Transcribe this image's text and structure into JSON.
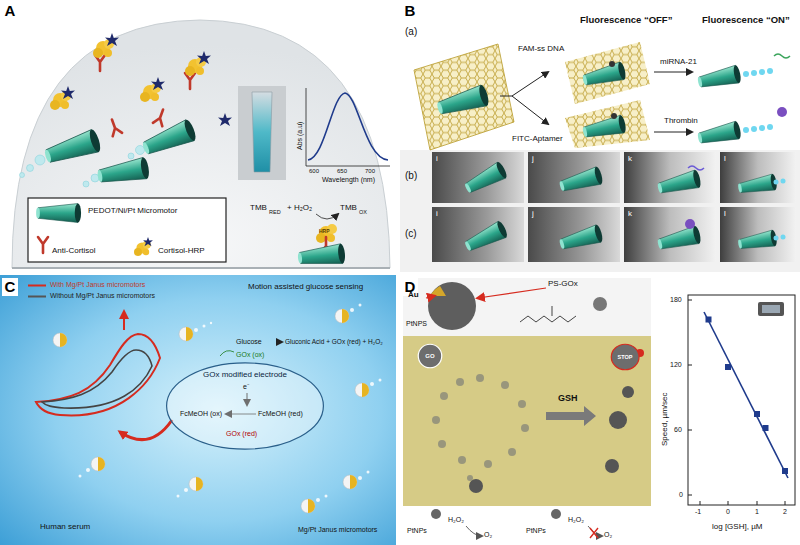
{
  "diagram": {
    "nodes": [
      {
        "text": [
          "A"
        ]
      },
      {
        "text": [
          "B"
        ]
      },
      {
        "text": [
          "C"
        ]
      },
      {
        "text": [
          "GOx modified electrode"
        ]
      },
      {
        "text": [
          "D"
        ]
      },
      {
        "text": [
          "GO"
        ]
      },
      {
        "text": [
          "STOP"
        ]
      }
    ],
    "labels": [
      "Abs (a.u)",
      "Wavelength (nm)",
      "600",
      "650",
      "700",
      "TMB",
      "RED",
      "+ H₂O₂",
      "TMB",
      "OX",
      "HRP",
      "Fluorescence “OFF”",
      "Fluorescence “ON”",
      "(a)",
      "FAM-ss DNA",
      "FITC-Aptamer",
      "miRNA-21",
      "Thrombin",
      "(b)",
      "(c)",
      "i",
      "j",
      "k",
      "l",
      "i",
      "j",
      "k",
      "l",
      "Motion assisted glucose sensing",
      "Glucose",
      "Gluconic Acid + GOx (red) + H₂O₂",
      "GOx (ox)",
      "e⁻",
      "FcMeOH (ox)",
      "FcMeOH (red)",
      "GOx (red)",
      "Human serum",
      "Mg/Pt Janus micromotors",
      "Au",
      "PS-GOx",
      "PtNPS",
      "GSH",
      "PtNPs",
      "H₂O₂",
      "O₂",
      "PtNPs",
      "H₂O₂",
      "O₂",
      "Speed, µm/sec",
      "log [GSH], µM",
      "180",
      "120",
      "60",
      "0",
      "-1",
      "0",
      "1",
      "2"
    ],
    "legend": [
      {
        "text": "PEDOT/Ni/Pt Micromotor"
      },
      {
        "text": "Anti-Cortisol"
      },
      {
        "text": "Cortisol-HRP"
      },
      {
        "text": "With Mg/Pt Janus micromotors"
      },
      {
        "text": "Without Mg/Pt Janus micromotors"
      }
    ]
  }
}
